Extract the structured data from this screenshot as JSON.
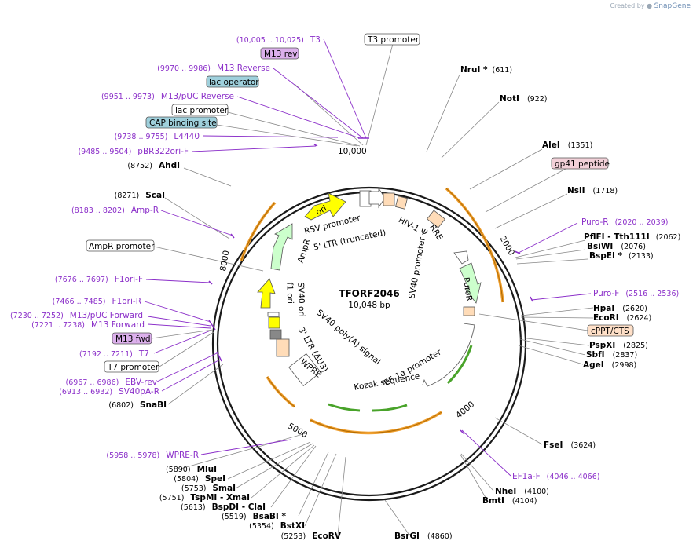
{
  "credit": {
    "prefix": "Created by",
    "brand": "SnapGene"
  },
  "plasmid": {
    "name": "TFORF2046",
    "size": "10,048 bp"
  },
  "ruler": [
    "2000",
    "4000",
    "5000",
    "8000",
    "10,000"
  ],
  "sites_right": [
    {
      "name": "NruI *",
      "pos": "(611)"
    },
    {
      "name": "NotI",
      "pos": "(922)"
    },
    {
      "name": "AleI",
      "pos": "(1351)"
    },
    {
      "name": "NsiI",
      "pos": "(1718)"
    },
    {
      "name": "PflFI - Tth111I",
      "pos": "(2062)"
    },
    {
      "name": "BsiWI",
      "pos": "(2076)"
    },
    {
      "name": "BspEI *",
      "pos": "(2133)"
    },
    {
      "name": "HpaI",
      "pos": "(2620)"
    },
    {
      "name": "EcoRI",
      "pos": "(2624)"
    },
    {
      "name": "PspXI",
      "pos": "(2825)"
    },
    {
      "name": "SbfI",
      "pos": "(2837)"
    },
    {
      "name": "AgeI",
      "pos": "(2998)"
    },
    {
      "name": "FseI",
      "pos": "(3624)"
    },
    {
      "name": "NheI",
      "pos": "(4100)"
    },
    {
      "name": "BmtI",
      "pos": "(4104)"
    },
    {
      "name": "BsrGI",
      "pos": "(4860)"
    }
  ],
  "sites_left": [
    {
      "name": "AhdI",
      "pos": "(8752)"
    },
    {
      "name": "ScaI",
      "pos": "(8271)"
    },
    {
      "name": "SnaBI",
      "pos": "(6802)"
    },
    {
      "name": "MluI",
      "pos": "(5890)"
    },
    {
      "name": "SpeI",
      "pos": "(5804)"
    },
    {
      "name": "SmaI",
      "pos": "(5753)"
    },
    {
      "name": "TspMI - XmaI",
      "pos": "(5751)"
    },
    {
      "name": "BspDI - ClaI",
      "pos": "(5613)"
    },
    {
      "name": "BsaBI *",
      "pos": "(5519)"
    },
    {
      "name": "BstXI",
      "pos": "(5354)"
    },
    {
      "name": "EcoRV",
      "pos": "(5253)"
    }
  ],
  "primers_right": [
    {
      "name": "Puro-R",
      "pos": "(2020 .. 2039)"
    },
    {
      "name": "Puro-F",
      "pos": "(2516 .. 2536)"
    },
    {
      "name": "EF1a-F",
      "pos": "(4046 .. 4066)"
    }
  ],
  "primers_left": [
    {
      "name": "T3",
      "pos": "(10,005 .. 10,025)"
    },
    {
      "name": "M13 Reverse",
      "pos": "(9970 .. 9986)"
    },
    {
      "name": "M13/pUC Reverse",
      "pos": "(9951 .. 9973)"
    },
    {
      "name": "L4440",
      "pos": "(9738 .. 9755)"
    },
    {
      "name": "pBR322ori-F",
      "pos": "(9485 .. 9504)"
    },
    {
      "name": "Amp-R",
      "pos": "(8183 .. 8202)"
    },
    {
      "name": "F1ori-F",
      "pos": "(7676 .. 7697)"
    },
    {
      "name": "F1ori-R",
      "pos": "(7466 .. 7485)"
    },
    {
      "name": "M13/pUC Forward",
      "pos": "(7230 .. 7252)"
    },
    {
      "name": "M13 Forward",
      "pos": "(7221 .. 7238)"
    },
    {
      "name": "T7",
      "pos": "(7192 .. 7211)"
    },
    {
      "name": "EBV-rev",
      "pos": "(6967 .. 6986)"
    },
    {
      "name": "SV40pA-R",
      "pos": "(6913 .. 6932)"
    },
    {
      "name": "WPRE-R",
      "pos": "(5958 .. 5978)"
    }
  ],
  "boxed_labels": [
    {
      "text": "T3 promoter",
      "style": "white"
    },
    {
      "text": "M13 rev",
      "style": "violet"
    },
    {
      "text": "lac operator",
      "style": "teal"
    },
    {
      "text": "lac promoter",
      "style": "white"
    },
    {
      "text": "CAP binding site",
      "style": "teal"
    },
    {
      "text": "AmpR promoter",
      "style": "white"
    },
    {
      "text": "M13 fwd",
      "style": "violet"
    },
    {
      "text": "T7 promoter",
      "style": "white"
    },
    {
      "text": "gp41 peptide",
      "style": "pink"
    },
    {
      "text": "cPPT/CTS",
      "style": "peach"
    }
  ],
  "inner_features": [
    "RSV promoter",
    "5' LTR (truncated)",
    "HIV-1 Ψ",
    "RRE",
    "PuroR",
    "SV40 promoter",
    "EF-1α promoter",
    "Kozak sequence",
    "WPRE",
    "3' LTR (ΔU3)",
    "SV40 poly(A) signal",
    "SV40 ori",
    "f1 ori",
    "AmpR",
    "ori"
  ],
  "colors": {
    "primer": "#8b2fc9",
    "ori": "#ffff00",
    "ampr": "#ccffcc",
    "ltr": "#ffdcb8",
    "orange_arc": "#f0a030",
    "green_arc": "#49a32a",
    "teal_box": "#9fd0dc",
    "violet_box": "#dcb0ec",
    "pink_box": "#f2d0d8",
    "peach_box": "#ffe0c8"
  }
}
